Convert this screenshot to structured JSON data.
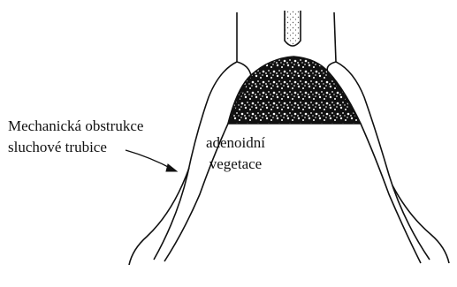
{
  "labels": {
    "obstruction_line1": "Mechanická obstrukce",
    "obstruction_line2": "sluchové trubice",
    "adenoid_line1": "adenoidní",
    "adenoid_line2": "vegetace"
  },
  "colors": {
    "stroke": "#111111",
    "background": "#ffffff"
  }
}
